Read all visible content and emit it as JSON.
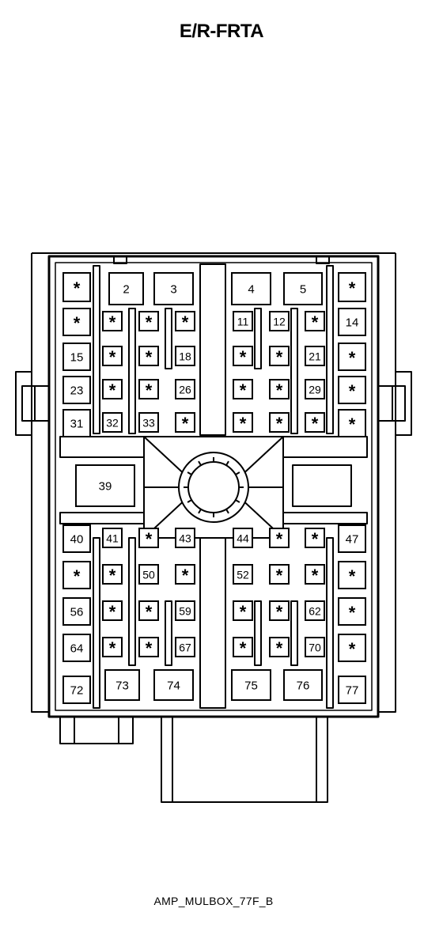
{
  "title": "E/R-FRTA",
  "caption": "AMP_MULBOX_77F_B",
  "cavity_mark": "*",
  "cavities": {
    "r1": [
      "*",
      "2",
      "3",
      "4",
      "5",
      "*"
    ],
    "r2": [
      "*",
      "*",
      "*",
      "*",
      "11",
      "12",
      "*",
      "14"
    ],
    "r3": [
      "15",
      "*",
      "*",
      "18",
      "*",
      "*",
      "21",
      "*"
    ],
    "r4": [
      "23",
      "*",
      "*",
      "26",
      "*",
      "*",
      "29",
      "*"
    ],
    "r5": [
      "31",
      "32",
      "33",
      "*",
      "*",
      "*",
      "*",
      "*"
    ],
    "c39": "39",
    "r6": [
      "40",
      "41",
      "*",
      "43",
      "44",
      "*",
      "*",
      "47"
    ],
    "r7": [
      "*",
      "*",
      "50",
      "*",
      "52",
      "*",
      "*",
      "*"
    ],
    "r8": [
      "56",
      "*",
      "*",
      "59",
      "*",
      "*",
      "62",
      "*"
    ],
    "r9": [
      "64",
      "*",
      "*",
      "67",
      "*",
      "*",
      "70",
      "*"
    ],
    "r10": [
      "72",
      "73",
      "74",
      "75",
      "76",
      "77"
    ]
  }
}
